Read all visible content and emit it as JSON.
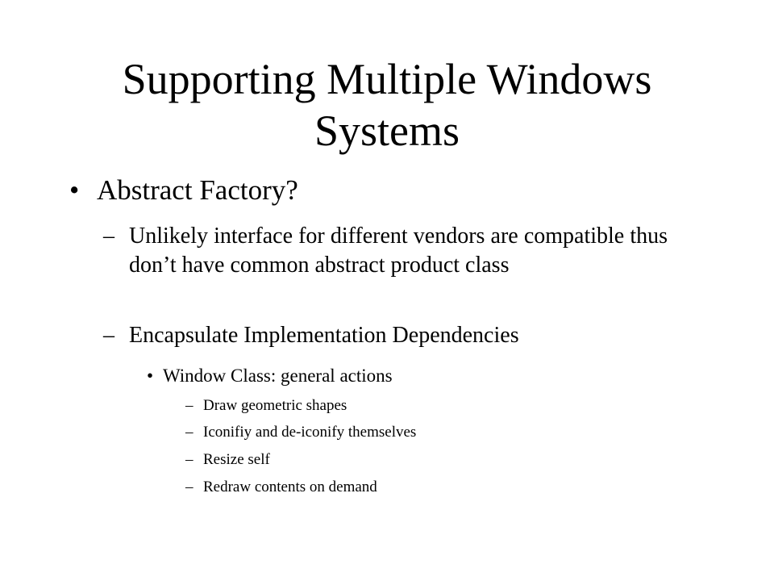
{
  "slide": {
    "title": "Supporting Multiple Windows Systems",
    "bullet_1": {
      "marker": "•",
      "text": "Abstract Factory?"
    },
    "sub_1": {
      "marker": "–",
      "text": "Unlikely interface for different vendors are compatible thus don’t have common abstract product class"
    },
    "sub_2": {
      "marker": "–",
      "text": "Encapsulate Implementation Dependencies"
    },
    "sub_2_bullet": {
      "marker": "•",
      "text": "Window Class: general actions"
    },
    "actions": [
      {
        "marker": "–",
        "text": "Draw geometric shapes"
      },
      {
        "marker": "–",
        "text": "Iconifiy and de-iconify themselves"
      },
      {
        "marker": "–",
        "text": "Resize self"
      },
      {
        "marker": "–",
        "text": "Redraw contents on demand"
      }
    ]
  }
}
